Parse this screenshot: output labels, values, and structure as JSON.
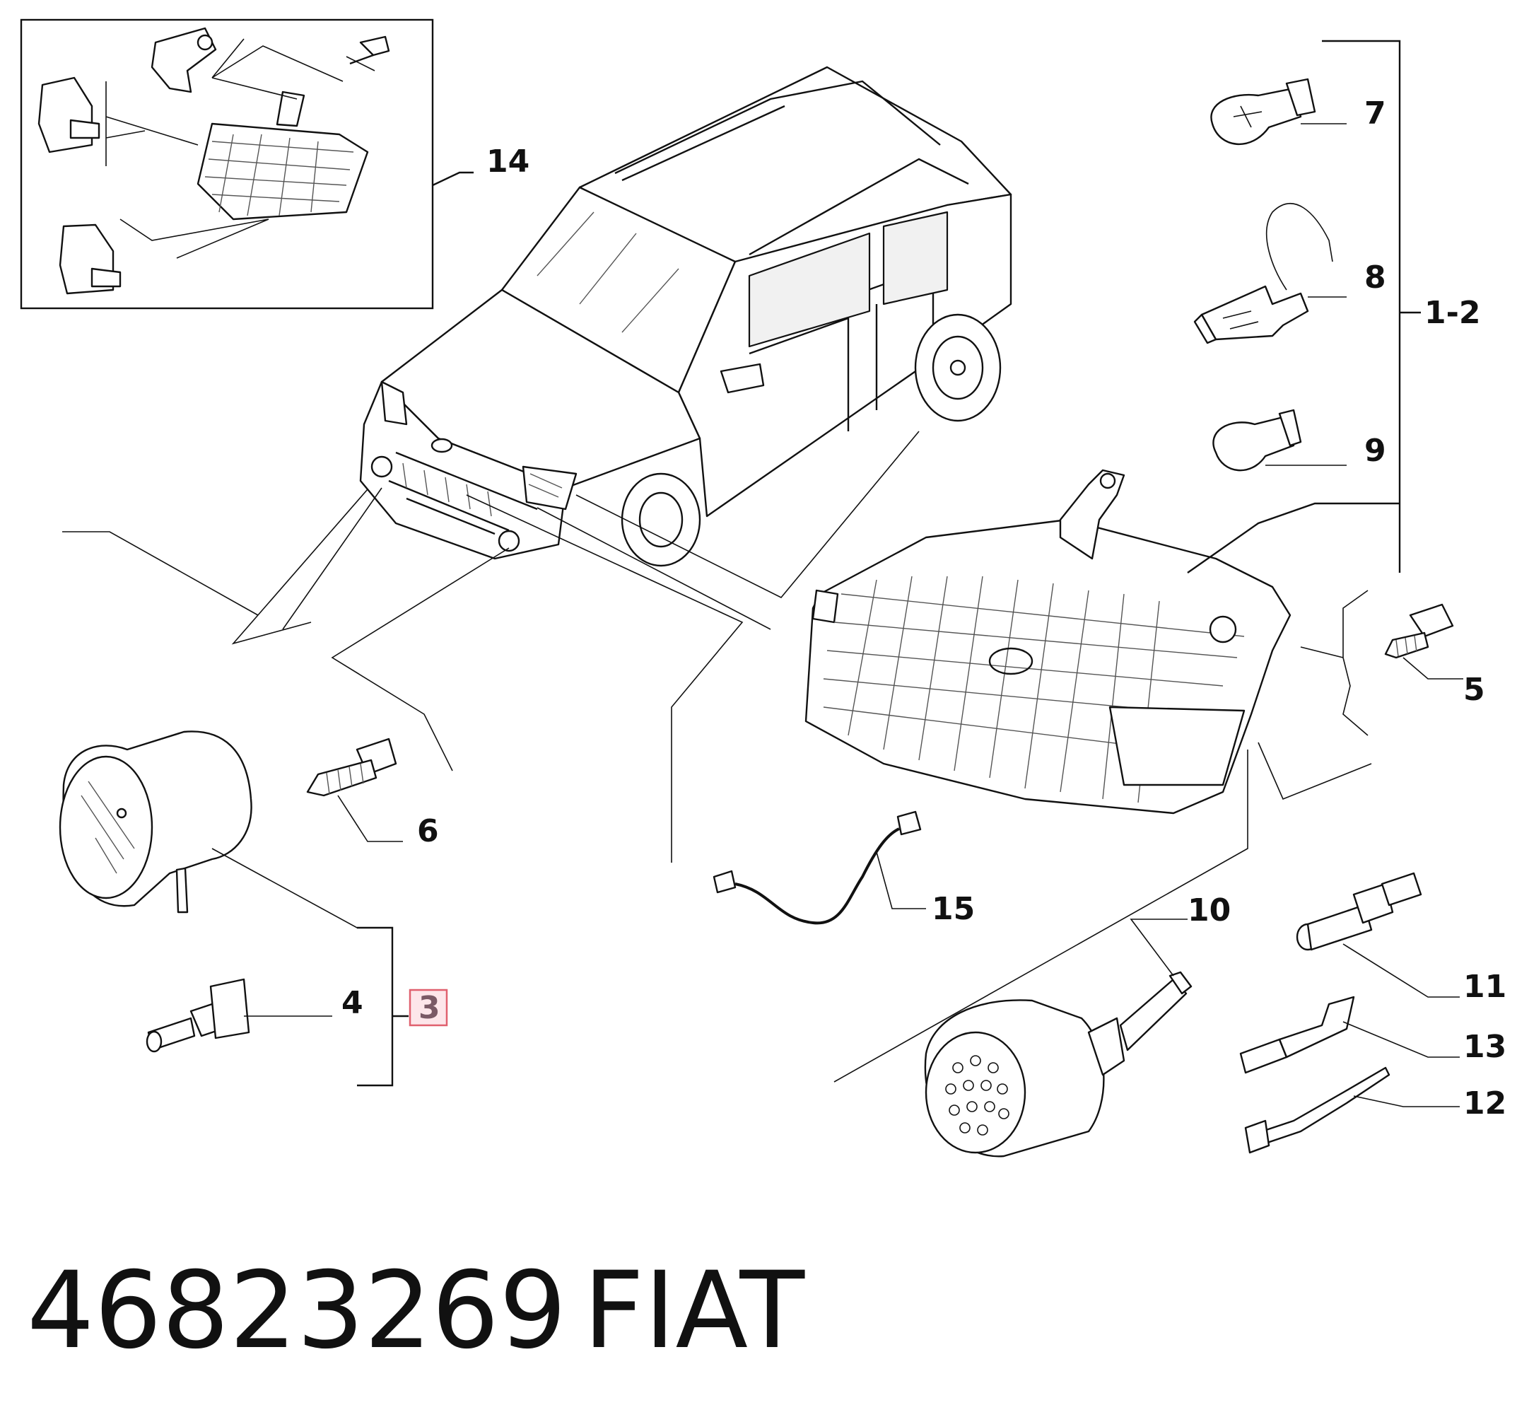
{
  "callouts": [
    {
      "id": "c14",
      "label": "14"
    },
    {
      "id": "c7",
      "label": "7"
    },
    {
      "id": "c8",
      "label": "8"
    },
    {
      "id": "c12range",
      "label": "1-2"
    },
    {
      "id": "c9",
      "label": "9"
    },
    {
      "id": "c5",
      "label": "5"
    },
    {
      "id": "c6",
      "label": "6"
    },
    {
      "id": "c15",
      "label": "15"
    },
    {
      "id": "c10",
      "label": "10"
    },
    {
      "id": "c11",
      "label": "11"
    },
    {
      "id": "c4",
      "label": "4"
    },
    {
      "id": "c3",
      "label": "3",
      "highlighted": true
    },
    {
      "id": "c13",
      "label": "13"
    },
    {
      "id": "c12",
      "label": "12"
    }
  ],
  "footer": {
    "part_number": "46823269",
    "brand": "FIAT"
  },
  "colors": {
    "line": "#111111",
    "highlight_box": "#e0606e",
    "highlight_text": "#7a5a66"
  }
}
